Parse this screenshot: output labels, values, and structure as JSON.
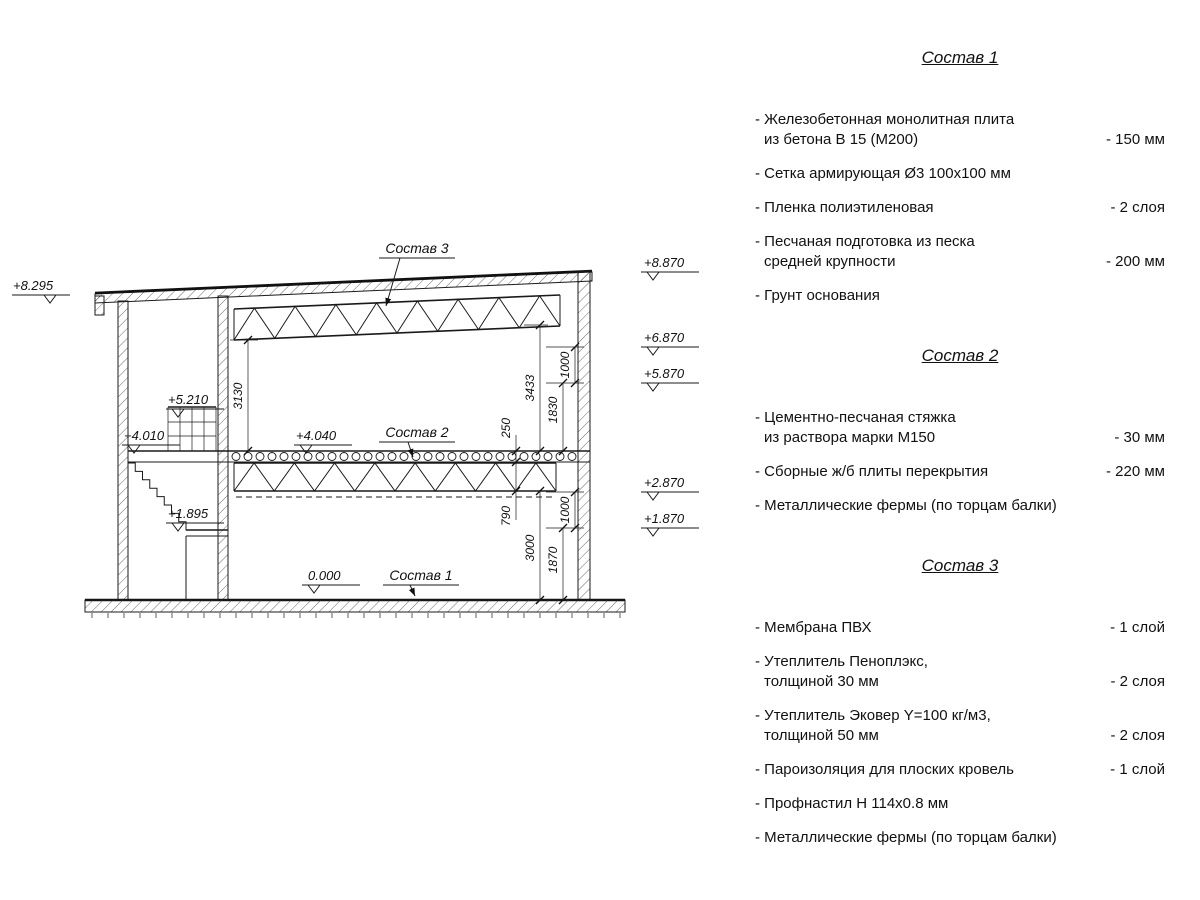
{
  "drawing": {
    "composition_labels": {
      "c1": "Состав 1",
      "c2": "Состав 2",
      "c3": "Состав 3"
    },
    "elevations": {
      "roof_left": "+8.295",
      "roof_right": "+8.870",
      "truss_bottom": "+6.870",
      "level_5870": "+5.870",
      "level_2870": "+2.870",
      "level_1870": "+1.870",
      "railing_top": "+5.210",
      "landing_upper": "+4.010",
      "landing_mid": "+1.895",
      "floor2_top": "+4.040",
      "ground": "0.000"
    },
    "dimensions": {
      "left_truss_to_slab": "3130",
      "right_truss_to_slab": "3433",
      "slab_thickness": "250",
      "floor_truss_depth": "790",
      "truss_to_floor": "3000",
      "slab_to_5870": "1830",
      "upper_1000": "1000",
      "floor_to_1870": "1870",
      "lower_1000": "1000"
    }
  },
  "specs": [
    {
      "title": "Состав 1",
      "items": [
        {
          "lines": [
            "- Железобетонная  монолитная плита",
            "из бетона В 15 (М200)"
          ],
          "value": "- 150 мм"
        },
        {
          "lines": [
            "- Сетка армирующая Ø3 100х100 мм"
          ],
          "value": ""
        },
        {
          "lines": [
            "- Пленка полиэтиленовая"
          ],
          "value": "-  2 слоя"
        },
        {
          "lines": [
            "- Песчаная подготовка из песка",
            "средней крупности"
          ],
          "value": "- 200 мм"
        },
        {
          "lines": [
            "- Грунт основания"
          ],
          "value": ""
        }
      ]
    },
    {
      "title": "Состав 2",
      "items": [
        {
          "lines": [
            "- Цементно-песчаная стяжка",
            "из раствора марки М150"
          ],
          "value": "- 30 мм"
        },
        {
          "lines": [
            "- Сборные ж/б плиты перекрытия"
          ],
          "value": "- 220 мм"
        },
        {
          "lines": [
            "- Металлические фермы (по торцам балки)"
          ],
          "value": ""
        }
      ]
    },
    {
      "title": "Состав 3",
      "items": [
        {
          "lines": [
            "- Мембрана ПВХ"
          ],
          "value": "- 1 слой"
        },
        {
          "lines": [
            "- Утеплитель Пеноплэкс,",
            "толщиной 30 мм"
          ],
          "value": "- 2 слоя"
        },
        {
          "lines": [
            "- Утеплитель Эковер Y=100 кг/м3,",
            "толщиной 50 мм"
          ],
          "value": "- 2 слоя"
        },
        {
          "lines": [
            "- Пароизоляция для плоских кровель"
          ],
          "value": "- 1 слой"
        },
        {
          "lines": [
            "- Профнастил Н 114х0.8 мм"
          ],
          "value": ""
        },
        {
          "lines": [
            "- Металлические фермы (по торцам балки)"
          ],
          "value": ""
        }
      ]
    }
  ]
}
